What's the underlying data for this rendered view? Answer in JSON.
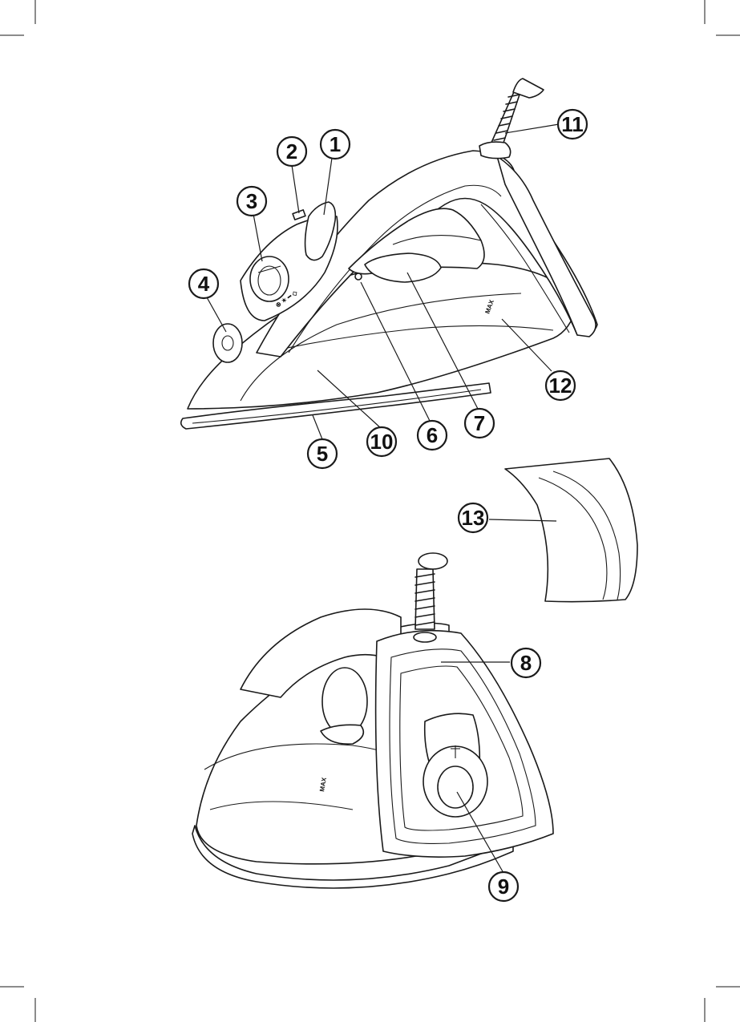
{
  "callouts": [
    {
      "id": "1",
      "label": "1"
    },
    {
      "id": "2",
      "label": "2"
    },
    {
      "id": "3",
      "label": "3"
    },
    {
      "id": "4",
      "label": "4"
    },
    {
      "id": "5",
      "label": "5"
    },
    {
      "id": "6",
      "label": "6"
    },
    {
      "id": "7",
      "label": "7"
    },
    {
      "id": "8",
      "label": "8"
    },
    {
      "id": "9",
      "label": "9"
    },
    {
      "id": "10",
      "label": "10"
    },
    {
      "id": "11",
      "label": "11"
    },
    {
      "id": "12",
      "label": "12"
    },
    {
      "id": "13",
      "label": "13"
    }
  ],
  "markings": {
    "max_label_front": "MAX",
    "max_label_rear": "MAX"
  },
  "colors": {
    "line": "#1a1a1a",
    "fill": "#ffffff"
  }
}
